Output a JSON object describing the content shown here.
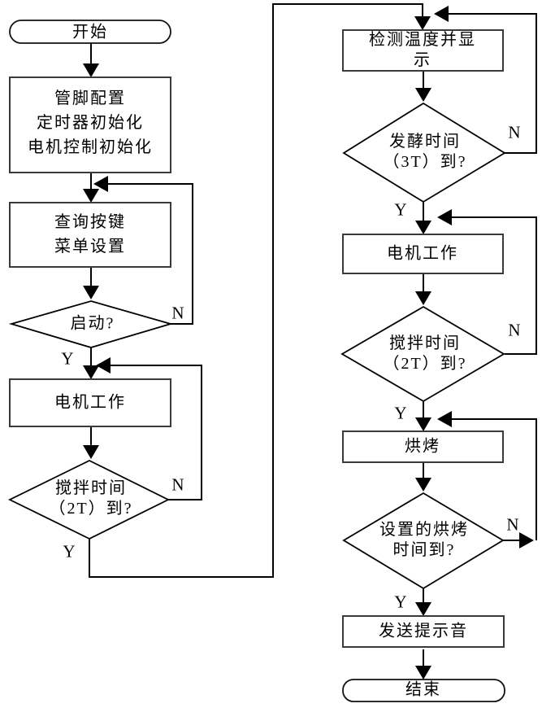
{
  "diagram": {
    "kind": "flowchart",
    "language": "zh-CN",
    "nodes": {
      "start": {
        "type": "terminal",
        "label": "开始"
      },
      "init": {
        "type": "process",
        "label": "管脚配置\n定时器初始化\n电机控制初始化"
      },
      "keys": {
        "type": "process",
        "label": "查询按键\n菜单设置"
      },
      "d_start": {
        "type": "decision",
        "label": "启动?",
        "yes": "Y",
        "no": "N"
      },
      "motor1": {
        "type": "process",
        "label": "电机工作"
      },
      "d_stir1": {
        "type": "decision",
        "label": "搅拌时间\n（2T）到?",
        "yes": "Y",
        "no": "N"
      },
      "temp": {
        "type": "process",
        "label": "检测温度并显示"
      },
      "d_ferment": {
        "type": "decision",
        "label": "发酵时间\n（3T）到?",
        "yes": "Y",
        "no": "N"
      },
      "motor2": {
        "type": "process",
        "label": "电机工作"
      },
      "d_stir2": {
        "type": "decision",
        "label": "搅拌时间\n（2T）到?",
        "yes": "Y",
        "no": "N"
      },
      "bake": {
        "type": "process",
        "label": "烘烤"
      },
      "d_bake": {
        "type": "decision",
        "label": "设置的烘烤\n时间到?",
        "yes": "Y",
        "no": "N"
      },
      "beep": {
        "type": "process",
        "label": "发送提示音"
      },
      "end": {
        "type": "terminal",
        "label": "结束"
      }
    },
    "colors": {
      "line": "#000000",
      "process_border": "#3a3a3a",
      "background": "#ffffff",
      "text": "#000000"
    }
  }
}
